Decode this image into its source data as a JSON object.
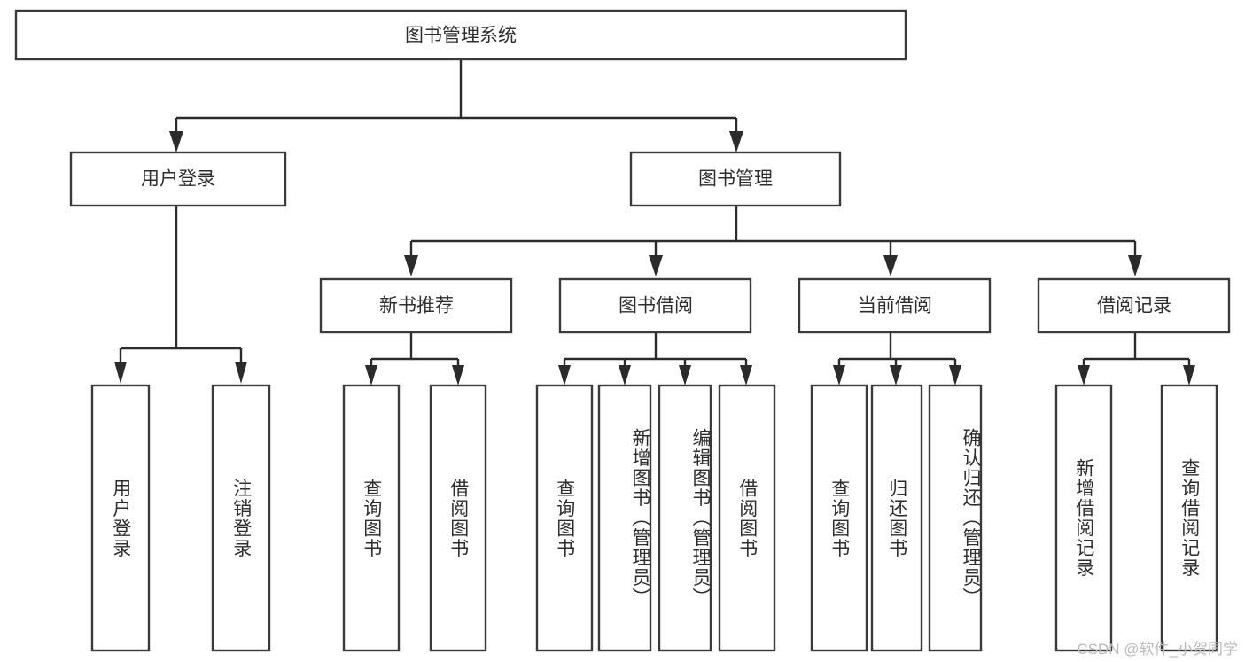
{
  "diagram": {
    "type": "tree-hierarchy-chart",
    "title": "图书管理系统",
    "colors": {
      "background": "#ffffff",
      "box_stroke": "#3a3a3a",
      "connector": "#2b2b2b",
      "text": "#2e2e2e",
      "watermark": "#b9b9b9"
    },
    "root": {
      "label": "图书管理系统"
    },
    "level2": [
      {
        "id": "user-login",
        "label": "用户登录"
      },
      {
        "id": "book-management",
        "label": "图书管理"
      }
    ],
    "level3": [
      {
        "id": "new-book-recommend",
        "label": "新书推荐",
        "parent": "book-management"
      },
      {
        "id": "book-borrow",
        "label": "图书借阅",
        "parent": "book-management"
      },
      {
        "id": "current-borrow",
        "label": "当前借阅",
        "parent": "book-management"
      },
      {
        "id": "borrow-record",
        "label": "借阅记录",
        "parent": "book-management"
      }
    ],
    "leaves": {
      "user-login": [
        {
          "id": "leaf-user-login",
          "label": "用户登录"
        },
        {
          "id": "leaf-logout-login",
          "label": "注销登录"
        }
      ],
      "new-book-recommend": [
        {
          "id": "leaf-query-book-1",
          "label": "查询图书"
        },
        {
          "id": "leaf-borrow-book-1",
          "label": "借阅图书"
        }
      ],
      "book-borrow": [
        {
          "id": "leaf-query-book-2",
          "label": "查询图书"
        },
        {
          "id": "leaf-add-book",
          "label": "新增图书（管理员）"
        },
        {
          "id": "leaf-edit-book",
          "label": "编辑图书（管理员）"
        },
        {
          "id": "leaf-borrow-book-2",
          "label": "借阅图书"
        }
      ],
      "current-borrow": [
        {
          "id": "leaf-query-book-3",
          "label": "查询图书"
        },
        {
          "id": "leaf-return-book",
          "label": "归还图书"
        },
        {
          "id": "leaf-confirm-return",
          "label": "确认归还（管理员）"
        }
      ],
      "borrow-record": [
        {
          "id": "leaf-add-record",
          "label": "新增借阅记录"
        },
        {
          "id": "leaf-query-record",
          "label": "查询借阅记录"
        }
      ]
    }
  },
  "watermark": {
    "text": "CSDN @软件_小贺同学"
  }
}
